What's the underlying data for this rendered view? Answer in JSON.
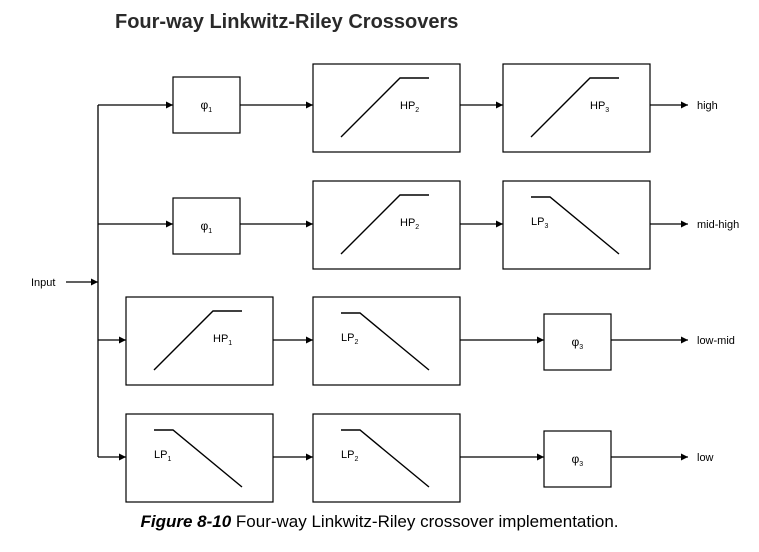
{
  "title": "Four-way Linkwitz-Riley Crossovers",
  "input_label": "Input",
  "caption": {
    "figure": "Figure 8-10",
    "text": " Four-way Linkwitz-Riley crossover implementation."
  },
  "rows": [
    {
      "output": "high",
      "blocks": [
        {
          "type": "phase",
          "base": "φ",
          "sub": "1"
        },
        {
          "type": "hp",
          "base": "HP",
          "sub": "2"
        },
        {
          "type": "hp",
          "base": "HP",
          "sub": "3"
        }
      ]
    },
    {
      "output": "mid-high",
      "blocks": [
        {
          "type": "phase",
          "base": "φ",
          "sub": "1"
        },
        {
          "type": "hp",
          "base": "HP",
          "sub": "2"
        },
        {
          "type": "lp",
          "base": "LP",
          "sub": "3"
        }
      ]
    },
    {
      "output": "low-mid",
      "blocks": [
        {
          "type": "hp",
          "base": "HP",
          "sub": "1"
        },
        {
          "type": "lp",
          "base": "LP",
          "sub": "2"
        },
        {
          "type": "phase",
          "base": "φ",
          "sub": "3"
        }
      ]
    },
    {
      "output": "low",
      "blocks": [
        {
          "type": "lp",
          "base": "LP",
          "sub": "1"
        },
        {
          "type": "lp",
          "base": "LP",
          "sub": "2"
        },
        {
          "type": "phase",
          "base": "φ",
          "sub": "3"
        }
      ]
    }
  ]
}
